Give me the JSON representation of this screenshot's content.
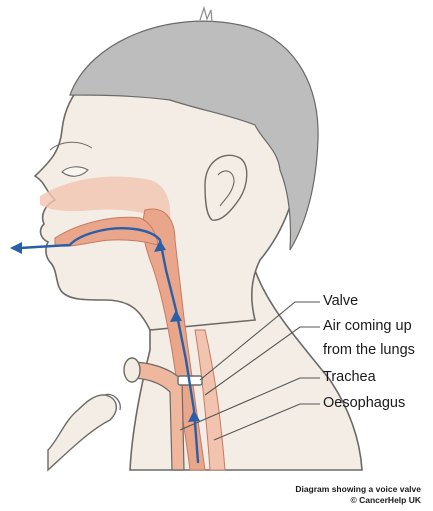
{
  "labels": {
    "valve": "Valve",
    "air_line1": "Air coming up",
    "air_line2": "from the lungs",
    "trachea": "Trachea",
    "oesophagus": "Oesophagus"
  },
  "caption": {
    "line1": "Diagram showing a voice valve",
    "line2": "© CancerHelp UK"
  },
  "colors": {
    "hair": "#bdbdbd",
    "skin": "#f3ede6",
    "outline": "#6d6a66",
    "tract": "#e9a68a",
    "tract_inner": "#f2c4b0",
    "airflow": "#2a5fa8",
    "leader": "#555555"
  }
}
